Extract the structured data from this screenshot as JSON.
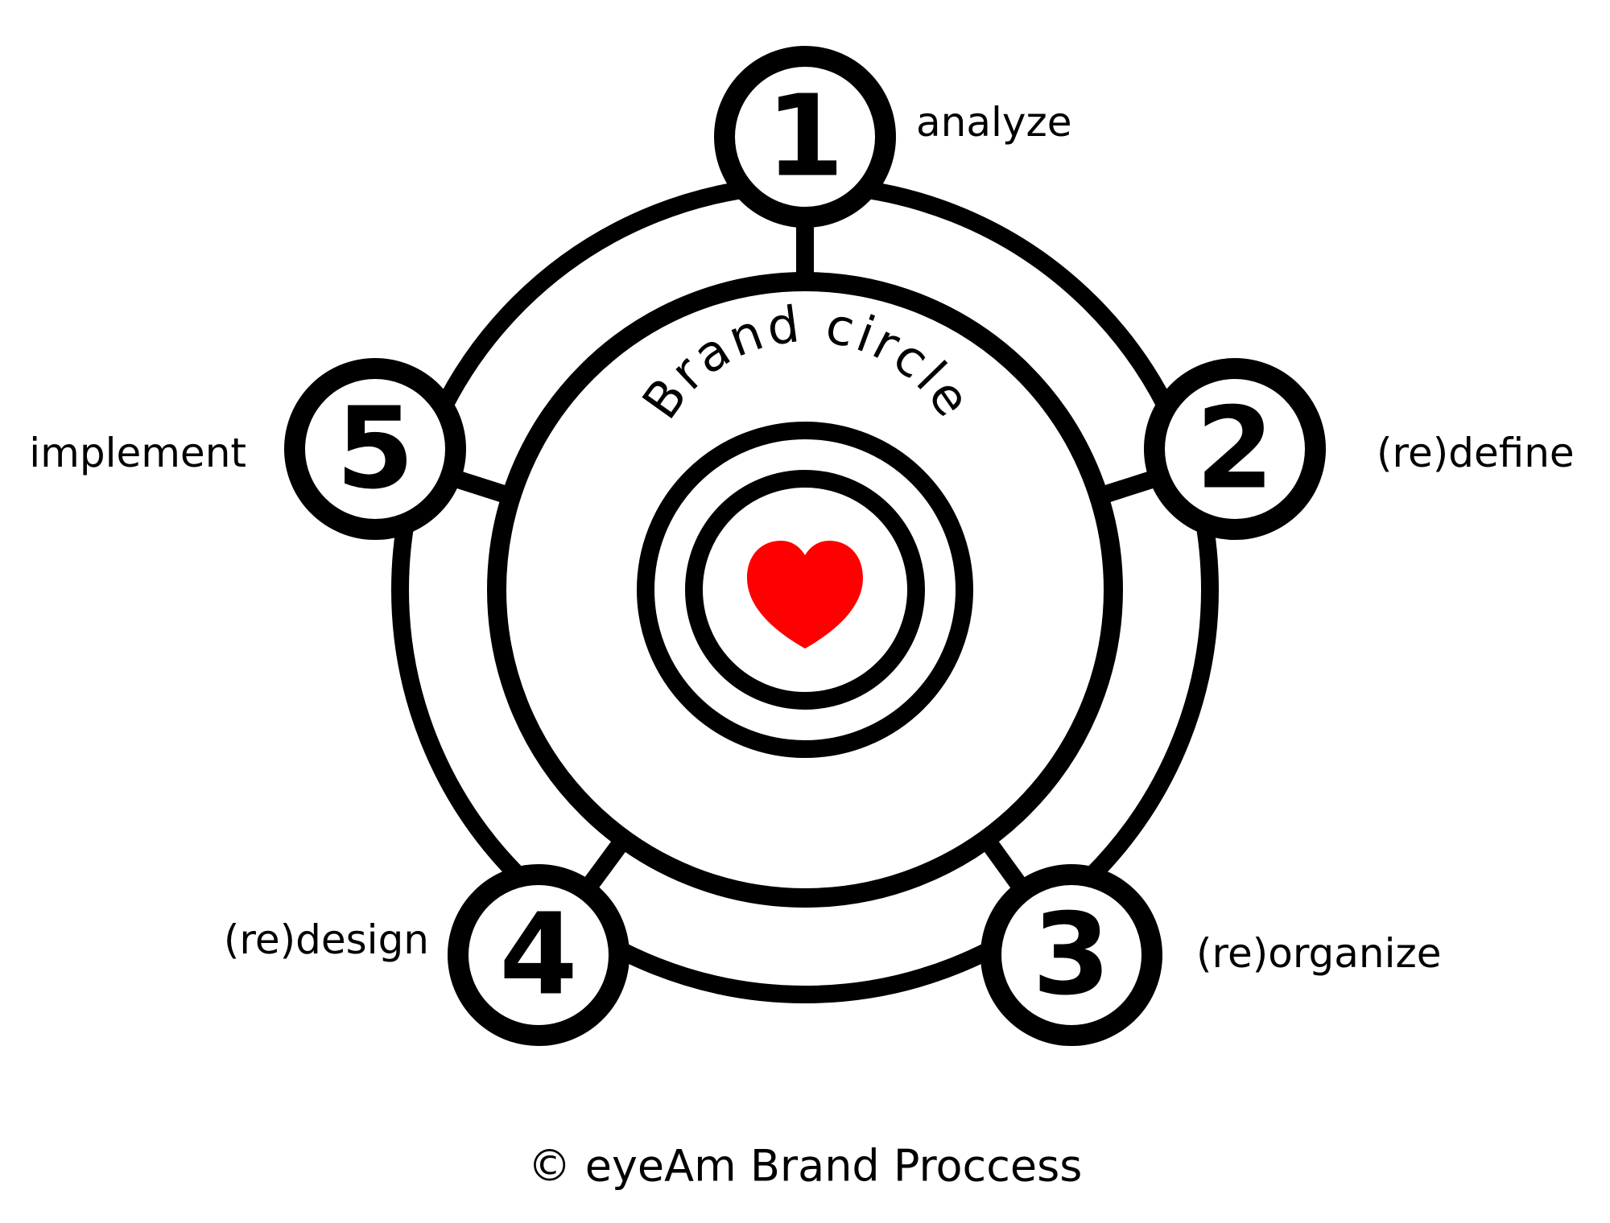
{
  "center": {
    "title": "Brand circle",
    "heart_color": "#ff0000",
    "heart_icon": "heart-icon"
  },
  "steps": [
    {
      "number": "1",
      "label": "analyze"
    },
    {
      "number": "2",
      "label": "(re)define"
    },
    {
      "number": "3",
      "label": "(re)organize"
    },
    {
      "number": "4",
      "label": "(re)design"
    },
    {
      "number": "5",
      "label": "implement"
    }
  ],
  "footer": "© eyeAm Brand Proccess",
  "colors": {
    "line": "#000000",
    "background": "#ffffff",
    "accent": "#ff0000"
  }
}
